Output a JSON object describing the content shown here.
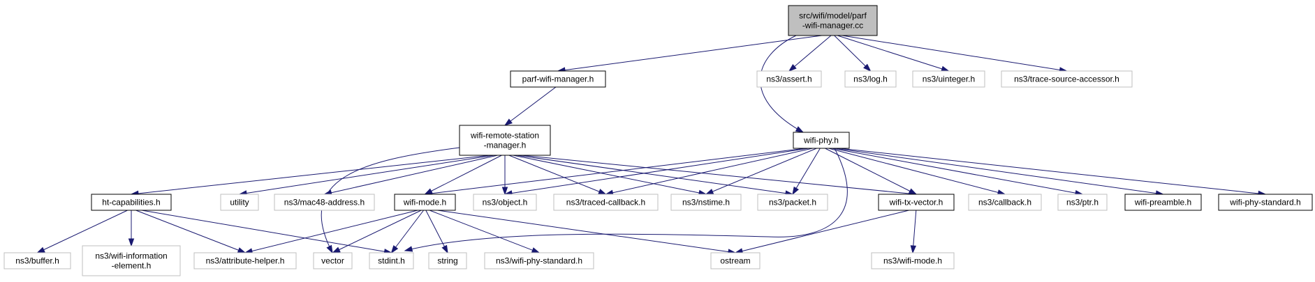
{
  "colors": {
    "edge": "#191970",
    "root_fill": "#bfbfbf",
    "local_border": "#000000",
    "external_border": "#bfbfbf",
    "background": "#ffffff"
  },
  "nodes": {
    "root": [
      "src/wifi/model/parf",
      "-wifi-manager.cc"
    ],
    "parf_wifi_manager_h": [
      "parf-wifi-manager.h"
    ],
    "ns3_assert_h": [
      "ns3/assert.h"
    ],
    "ns3_log_h": [
      "ns3/log.h"
    ],
    "ns3_uinteger_h": [
      "ns3/uinteger.h"
    ],
    "ns3_trace_source_accessor_h": [
      "ns3/trace-source-accessor.h"
    ],
    "wifi_remote_station_manager_h": [
      "wifi-remote-station",
      "-manager.h"
    ],
    "wifi_phy_h": [
      "wifi-phy.h"
    ],
    "ht_capabilities_h": [
      "ht-capabilities.h"
    ],
    "utility": [
      "utility"
    ],
    "ns3_mac48_address_h": [
      "ns3/mac48-address.h"
    ],
    "wifi_mode_h": [
      "wifi-mode.h"
    ],
    "ns3_object_h": [
      "ns3/object.h"
    ],
    "ns3_traced_callback_h": [
      "ns3/traced-callback.h"
    ],
    "ns3_nstime_h": [
      "ns3/nstime.h"
    ],
    "ns3_packet_h": [
      "ns3/packet.h"
    ],
    "wifi_tx_vector_h": [
      "wifi-tx-vector.h"
    ],
    "ns3_callback_h": [
      "ns3/callback.h"
    ],
    "ns3_ptr_h": [
      "ns3/ptr.h"
    ],
    "wifi_preamble_h": [
      "wifi-preamble.h"
    ],
    "wifi_phy_standard_h": [
      "wifi-phy-standard.h"
    ],
    "ns3_buffer_h": [
      "ns3/buffer.h"
    ],
    "ns3_wifi_information_element_h": [
      "ns3/wifi-information",
      "-element.h"
    ],
    "ns3_attribute_helper_h": [
      "ns3/attribute-helper.h"
    ],
    "vector": [
      "vector"
    ],
    "stdint_h": [
      "stdint.h"
    ],
    "string": [
      "string"
    ],
    "ns3_wifi_phy_standard_h": [
      "ns3/wifi-phy-standard.h"
    ],
    "ostream": [
      "ostream"
    ],
    "ns3_wifi_mode_h": [
      "ns3/wifi-mode.h"
    ]
  }
}
